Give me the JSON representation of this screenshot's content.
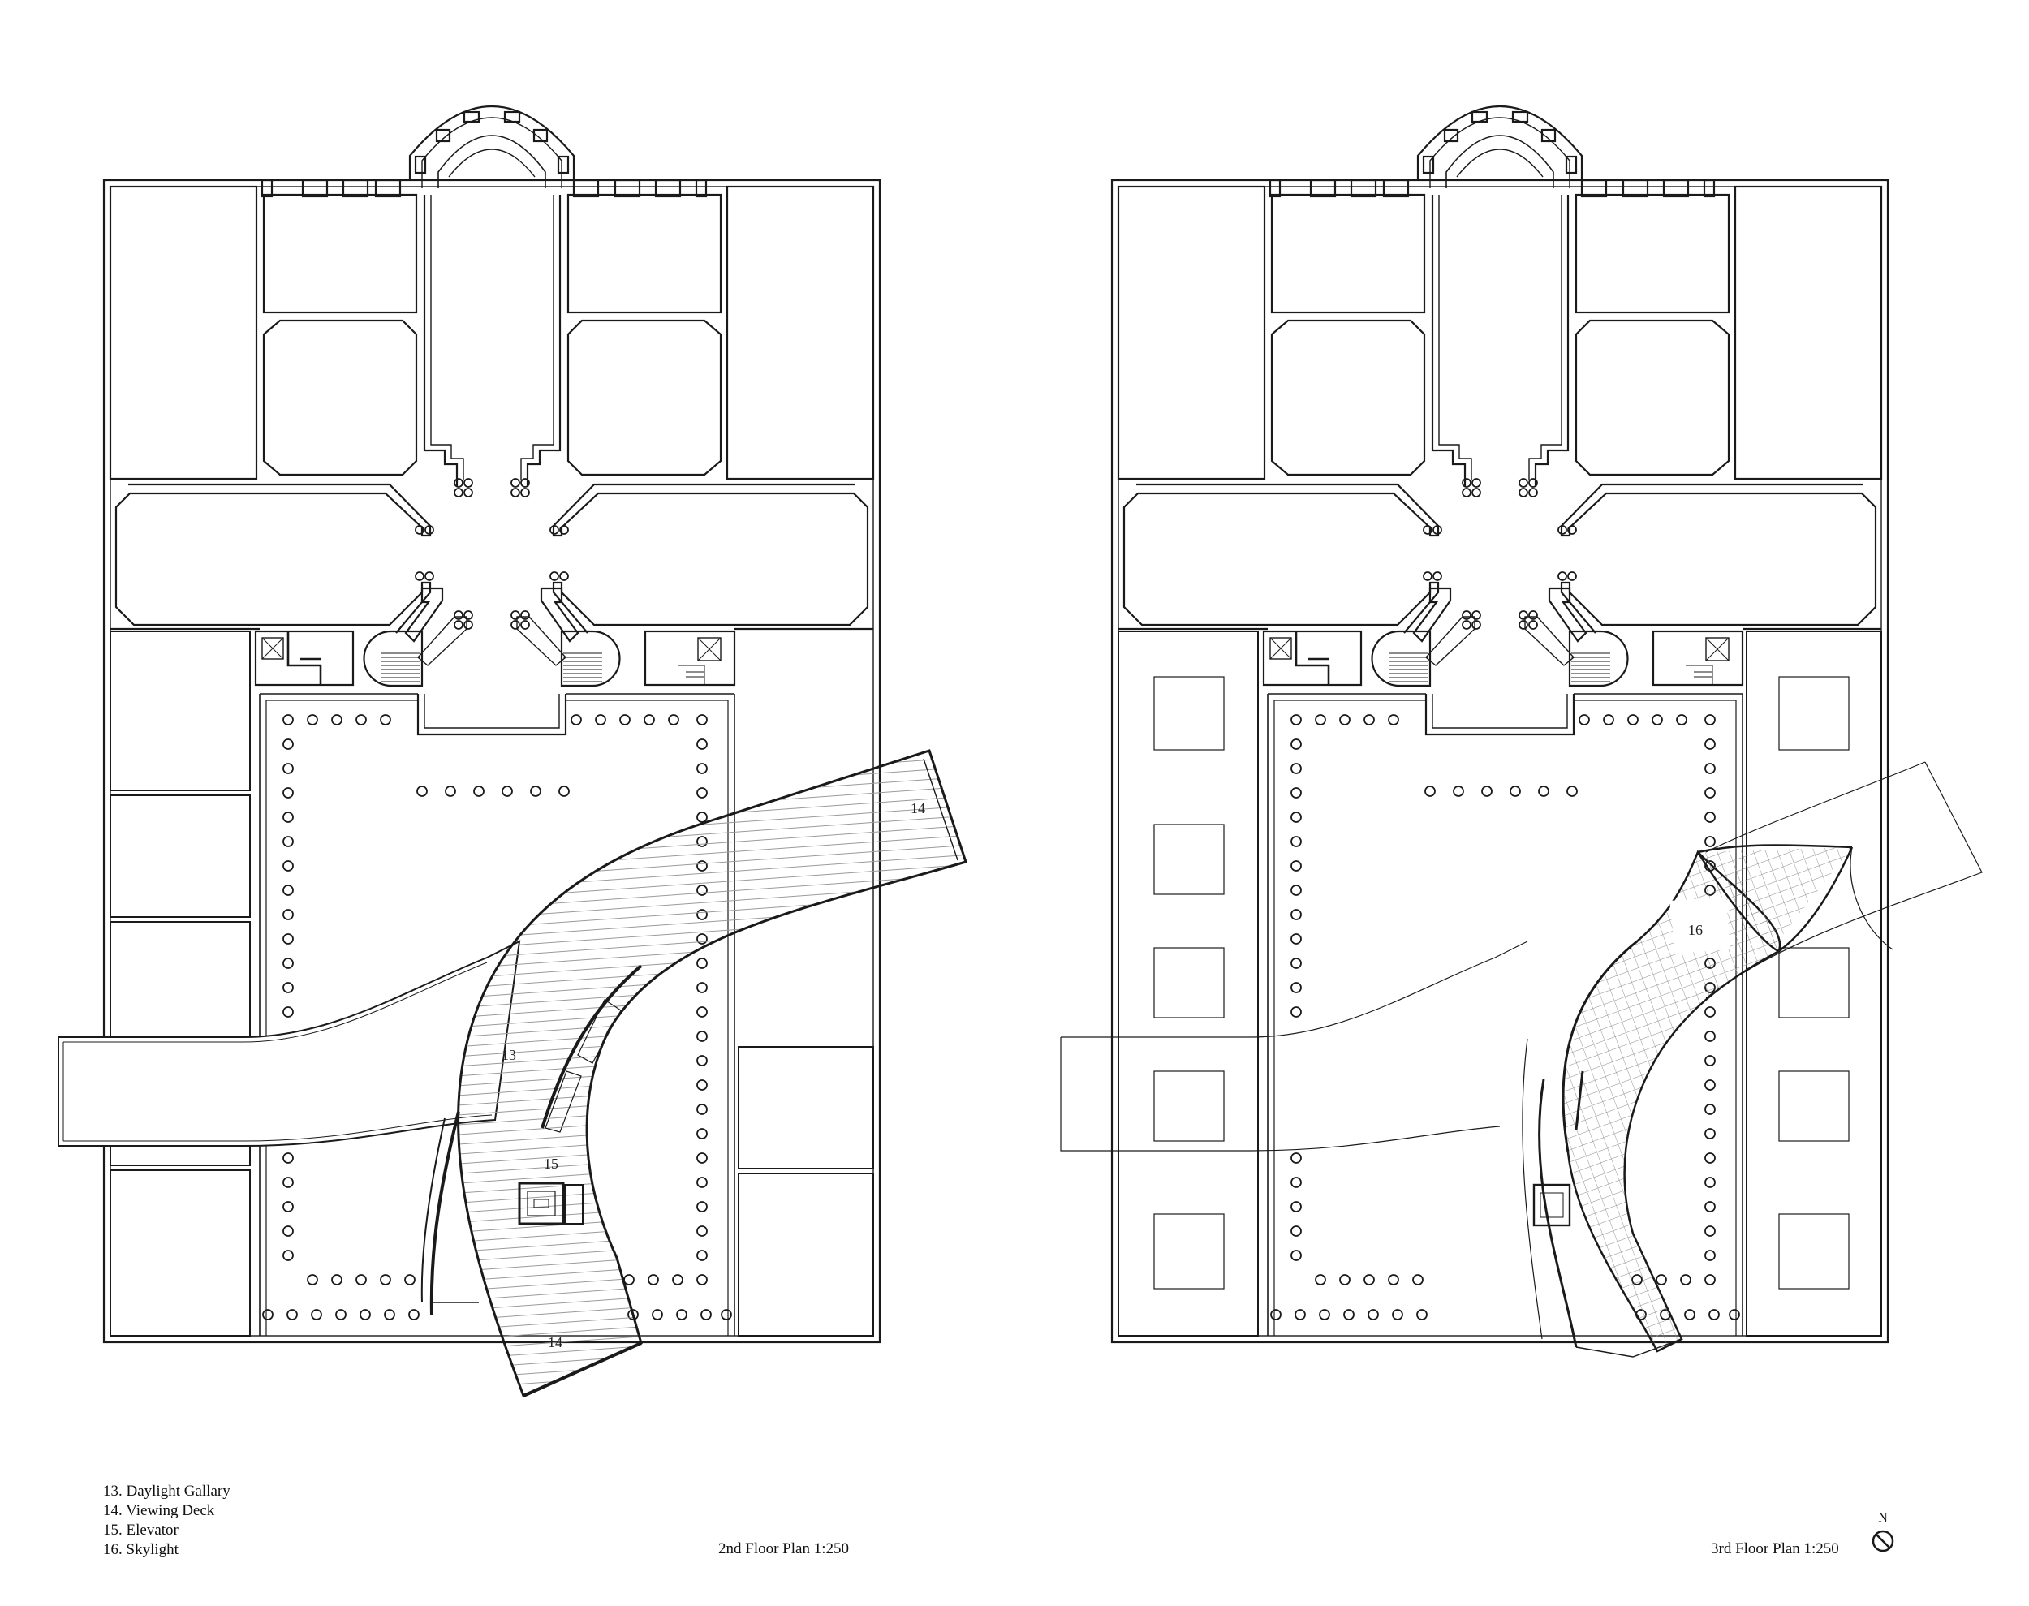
{
  "legend": [
    "13. Daylight Gallary",
    "14. Viewing Deck",
    "15. Elevator",
    "16. Skylight"
  ],
  "plans": [
    {
      "title": "2nd Floor Plan  1:250",
      "labels": {
        "gallery": "13",
        "deck_north": "14",
        "deck_south": "14",
        "elevator": "15"
      }
    },
    {
      "title": "3rd Floor Plan  1:250",
      "labels": {
        "skylight": "16"
      }
    }
  ],
  "north": {
    "label": "N"
  },
  "colors": {
    "line": "#1a1a1a",
    "hatch": "#9a9a9a",
    "paper": "#ffffff"
  }
}
